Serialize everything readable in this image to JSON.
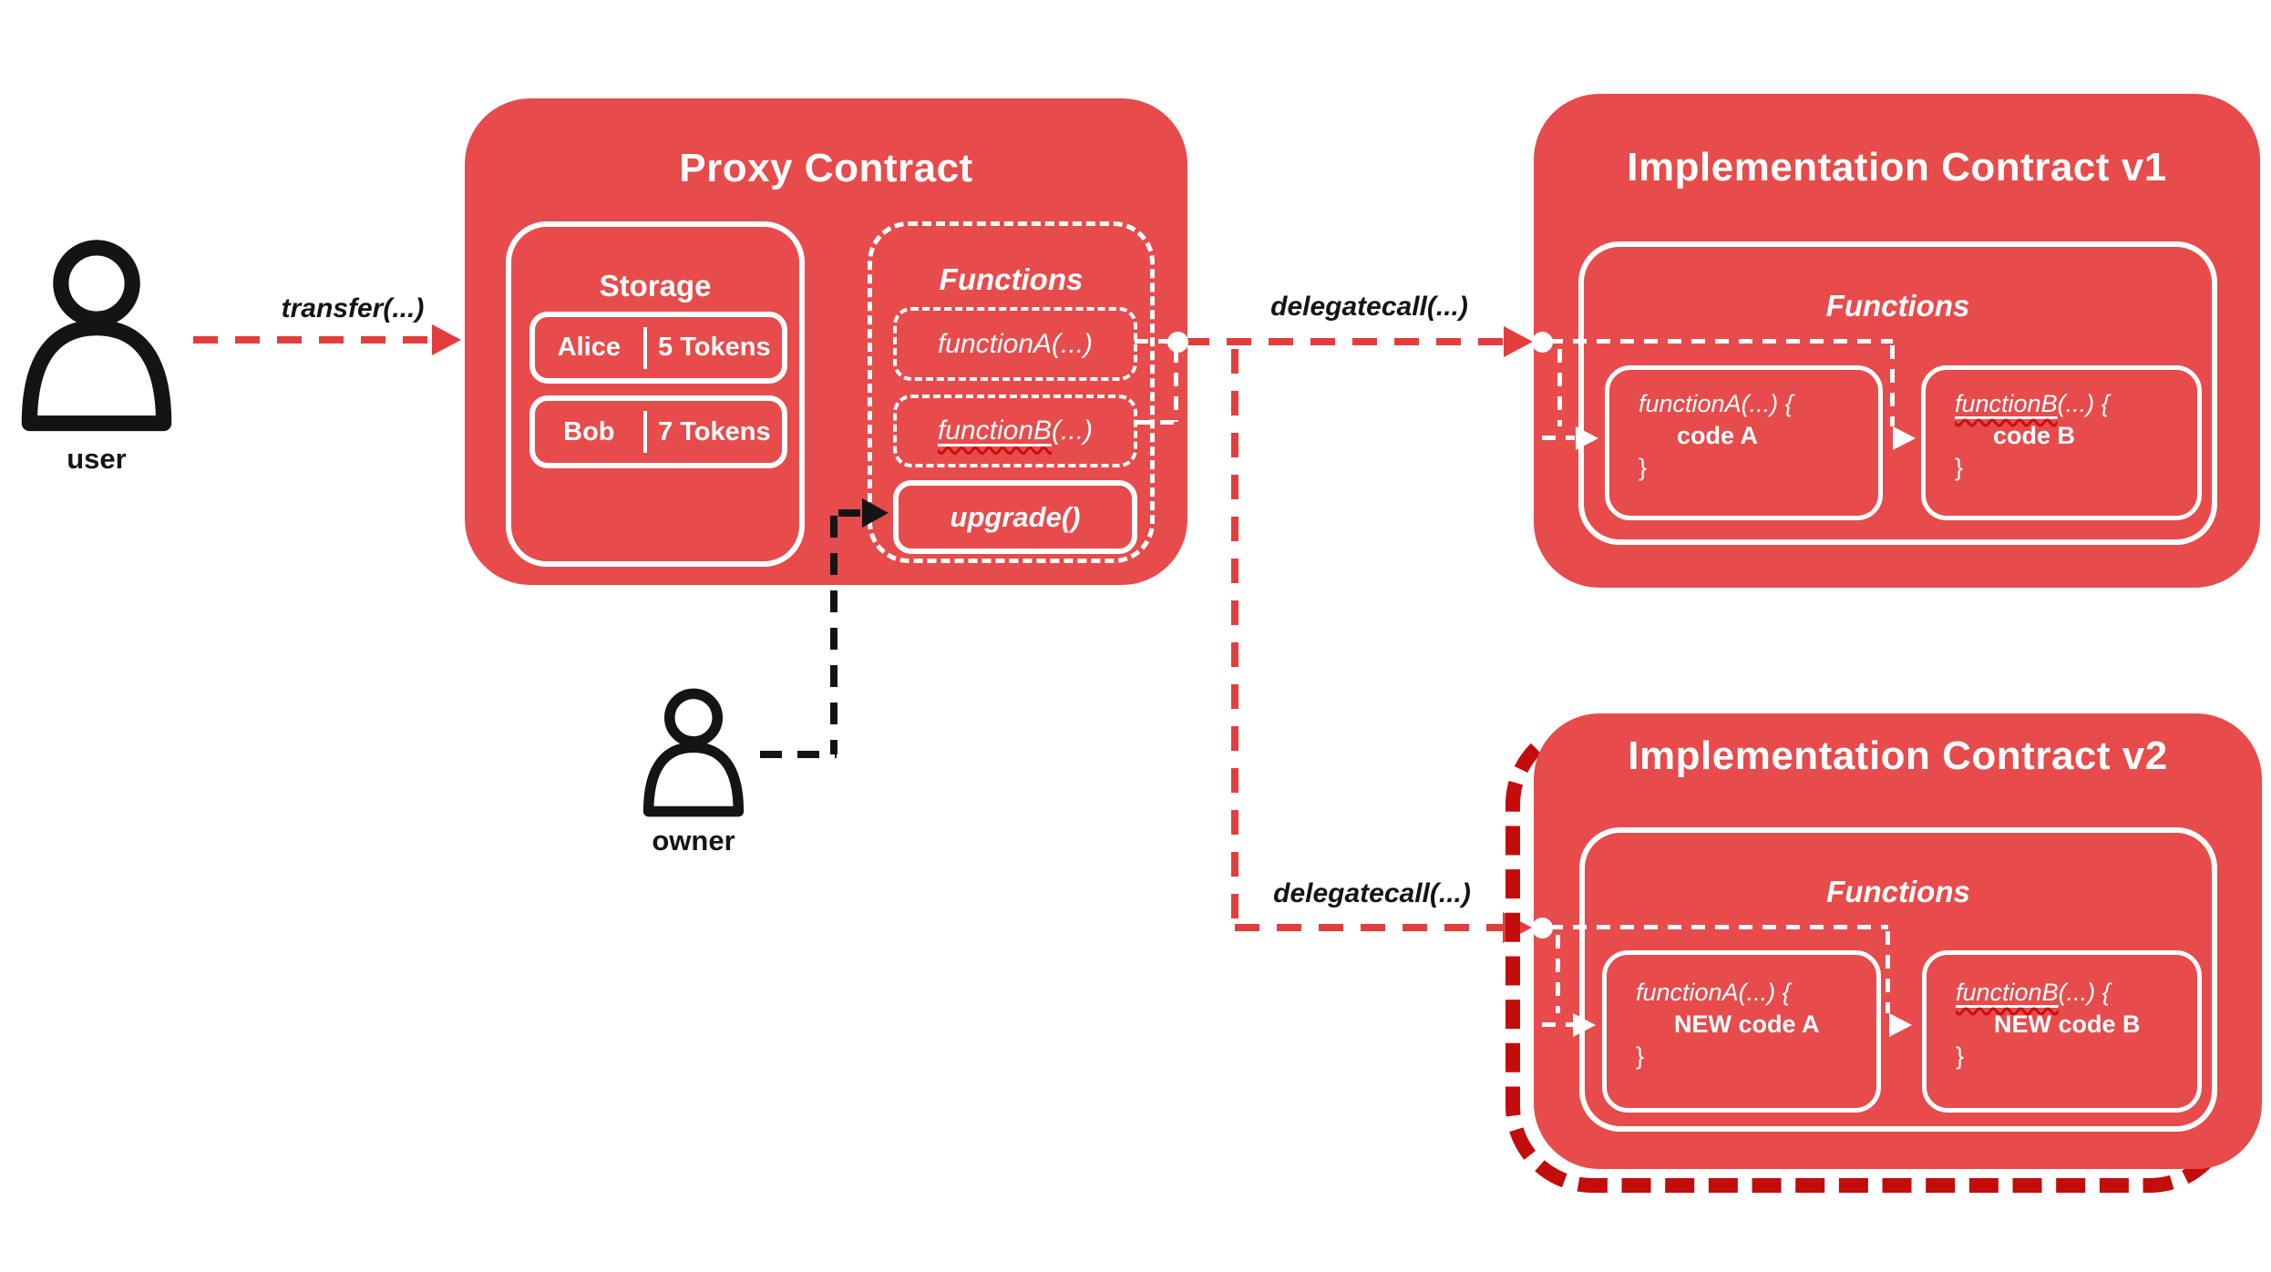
{
  "colors": {
    "panel_red": "#e74b4b",
    "arrow_red": "#e43d3d",
    "emphasis_dark_red": "#c30c0c",
    "line_black": "#141414",
    "text_white": "#ffffff",
    "background": "#ffffff"
  },
  "actors": {
    "user_label": "user",
    "owner_label": "owner"
  },
  "edges": {
    "transfer_label": "transfer(...)",
    "delegatecall_v1_label": "delegatecall(...)",
    "delegatecall_v2_label": "delegatecall(...)"
  },
  "proxy": {
    "title": "Proxy Contract",
    "storage": {
      "title": "Storage",
      "rows": [
        {
          "name": "Alice",
          "value": "5 Tokens"
        },
        {
          "name": "Bob",
          "value": "7 Tokens"
        }
      ]
    },
    "functions": {
      "title": "Functions",
      "function_a": {
        "name": "functionA",
        "args": "(...)"
      },
      "function_b": {
        "name": "functionB",
        "args": "(...)"
      },
      "upgrade_label": "upgrade()"
    }
  },
  "impl_v1": {
    "title": "Implementation Contract v1",
    "functions_title": "Functions",
    "function_a": {
      "name": "functionA",
      "args": "(...) {",
      "body": "code A",
      "close": "}"
    },
    "function_b": {
      "name": "functionB",
      "args": "(...) {",
      "body": "code B",
      "close": "}"
    }
  },
  "impl_v2": {
    "title": "Implementation Contract v2",
    "functions_title": "Functions",
    "function_a": {
      "name": "functionA",
      "args": "(...) {",
      "body": "NEW code A",
      "close": "}"
    },
    "function_b": {
      "name": "functionB",
      "args": "(...) {",
      "body": "NEW code B",
      "close": "}"
    }
  }
}
